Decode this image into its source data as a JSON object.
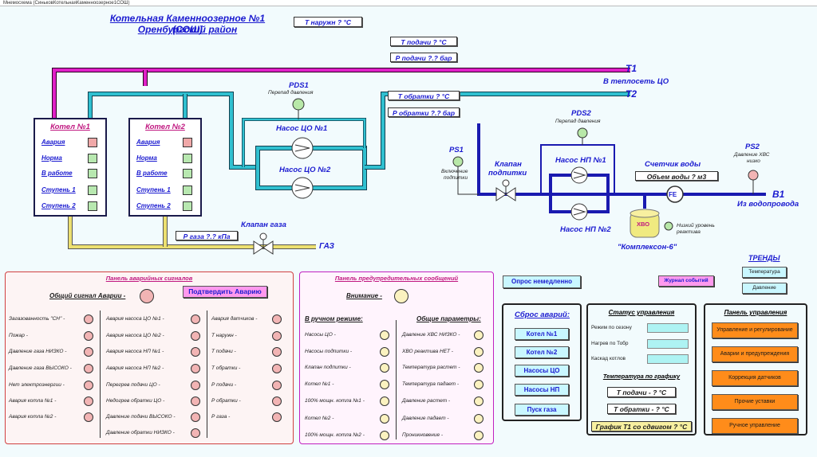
{
  "window": {
    "title": "Мнемосхема (СиньковКотельнаяКаменноозерное1СОШ)"
  },
  "header": {
    "title1": "Котельная Каменноозерное №1 (СОШ)",
    "title2": "Оренбургский район",
    "t_outside": "Т наружн  ? °С"
  },
  "lines": {
    "t1": "Т1",
    "t1_sub": "В теплосеть ЦО",
    "t2": "Т2",
    "b1": "В1",
    "b1_sub": "Из водопровода",
    "gas": "ГАЗ"
  },
  "readouts": {
    "t_supply": "Т подачи  ? °С",
    "p_supply": "Р подачи  ?.? бар",
    "t_return": "Т обратки  ? °С",
    "p_return": "Р обратки  ?.? бар",
    "p_gas": "Р газа  ?.? кПа",
    "water_volume": "Объем воды  ? м3"
  },
  "sensors": {
    "pds1": "PDS1",
    "pds1_sub": "Перепад давления",
    "pds2": "PDS2",
    "pds2_sub": "Перепад давления",
    "ps1": "PS1",
    "ps1_sub1": "Включение",
    "ps1_sub2": "подпитки",
    "ps2": "PS2",
    "ps2_sub1": "Давление ХВС",
    "ps2_sub2": "низко",
    "fe": "FE",
    "hvo": "ХВО",
    "hvo_sub1": "Низкий уровень",
    "hvo_sub2": "реактива",
    "complexon": "\"Комплексон-6\""
  },
  "equipment": {
    "pump_co1": "Насос ЦО №1",
    "pump_co2": "Насос ЦО №2",
    "pump_np1": "Насос НП №1",
    "pump_np2": "Насос НП №2",
    "valve_makeup1": "Клапан",
    "valve_makeup2": "подпитки",
    "valve_gas": "Клапан газа",
    "water_meter": "Счетчик воды"
  },
  "boilers": [
    {
      "title": "Котел №1",
      "rows": [
        "Авария",
        "Норма",
        "В работе",
        "Ступень 1",
        "Ступень 2"
      ]
    },
    {
      "title": "Котел №2",
      "rows": [
        "Авария",
        "Норма",
        "В работе",
        "Ступень 1",
        "Ступень 2"
      ]
    }
  ],
  "alarm_panel": {
    "title": "Панель аварийных сигналов",
    "general": "Общий сигнал Аварии -",
    "confirm": "Подтвердить Аварию",
    "col1": [
      "Загазованность \"СН\" -",
      "Пожар -",
      "Давление газа НИЗКО -",
      "Давление газа ВЫСОКО -",
      "Нет электроэнергии -",
      "Авария котла №1 -",
      "Авария котла №2 -"
    ],
    "col2": [
      "Авария насоса ЦО №1 -",
      "Авария насоса ЦО №2 -",
      "Авария насоса НП №1 -",
      "Авария насоса НП №2 -",
      "Перегрев подачи ЦО -",
      "Недогрев обратки ЦО -",
      "Давление подачи ВЫСОКО -",
      "Давление обратки НИЗКО -"
    ],
    "col3": [
      "Авария датчиков -",
      "Т наружн -",
      "Т подачи -",
      "Т обратки -",
      "Р подачи -",
      "Р обратки -",
      "Р газа -"
    ]
  },
  "warn_panel": {
    "title": "Панель предупредительных сообщений",
    "attention": "Внимание -",
    "manual_title": "В ручном режиме:",
    "manual": [
      "Насосы ЦО -",
      "Насосы подпитки -",
      "Клапан подпитки -",
      "Котел №1 -",
      "100% мощн. котла №1 -",
      "Котел №2 -",
      "100% мощн. котла №2 -"
    ],
    "common_title": "Общие параметры:",
    "common": [
      "Давление ХВС НИЗКО -",
      "ХВО реактива НЕТ -",
      "Температура растет -",
      "Температура падает -",
      "Давление растет -",
      "Давление падает -",
      "Проникновение -"
    ]
  },
  "poll_button": "Опрос немедленно",
  "log_button": "Журнал событий",
  "trends": {
    "title": "ТРЕНДЫ",
    "items": [
      "Температура",
      "Давление"
    ]
  },
  "reset_panel": {
    "title": "Сброс аварий:",
    "buttons": [
      "Котел №1",
      "Котел №2",
      "Насосы ЦО",
      "Насосы НП",
      "Пуск газа"
    ]
  },
  "status_panel": {
    "title": "Статус управления",
    "rows": [
      "Режим по сезону",
      "Нагрев по Тобр",
      "Каскад котлов"
    ],
    "graph_title": "Температура по графику",
    "t_supply": "Т подачи -  ? °С",
    "t_return": "Т обратки -  ? °С",
    "shift": "График Т1 со сдвигом  ? °С"
  },
  "control_panel": {
    "title": "Панель управления",
    "buttons": [
      "Управление и регулирование",
      "Аварии и предупреждения",
      "Коррекция датчиков",
      "Прочие уставки",
      "Ручное управление"
    ]
  },
  "colors": {
    "t1_pipe": "#e020c8",
    "t2_pipe": "#30c0d0",
    "water_pipe": "#1a1ab0",
    "gas_pipe": "#e8e070",
    "accent": "#1b1bd0",
    "alarm_title": "#c01880",
    "orange": "#ff8c1a"
  }
}
